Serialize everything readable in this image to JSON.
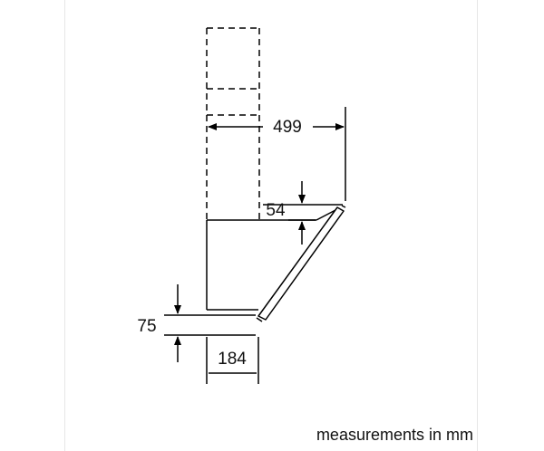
{
  "dimensions": {
    "projection": "499",
    "outlet_gap": "54",
    "bottom_gap": "75",
    "bottom_depth": "184"
  },
  "caption": "measurements in mm"
}
